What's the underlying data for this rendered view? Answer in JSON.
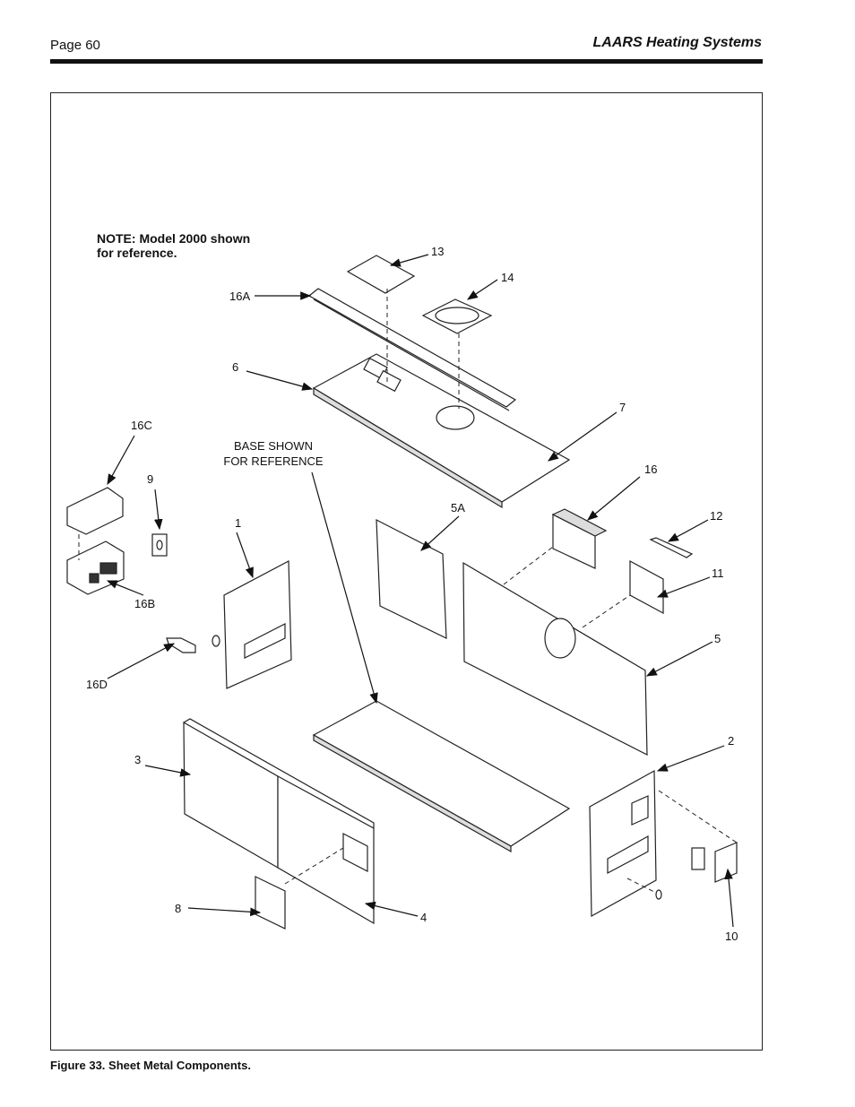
{
  "header": {
    "page_number": "Page 60",
    "brand": "LAARS Heating Systems"
  },
  "figure": {
    "caption": "Figure 33. Sheet Metal Components.",
    "note_line1": "NOTE: Model 2000 shown",
    "note_line2": "for reference.",
    "base_line1": "BASE SHOWN",
    "base_line2": "FOR REFERENCE",
    "labels": {
      "l13": "13",
      "l14": "14",
      "l16A": "16A",
      "l6": "6",
      "l7": "7",
      "l16C": "16C",
      "l9": "9",
      "l1": "1",
      "l5A": "5A",
      "l16": "16",
      "l12": "12",
      "l11": "11",
      "l16B": "16B",
      "l5": "5",
      "l16D": "16D",
      "l2": "2",
      "l3": "3",
      "l8": "8",
      "l4": "4",
      "l10": "10"
    }
  }
}
